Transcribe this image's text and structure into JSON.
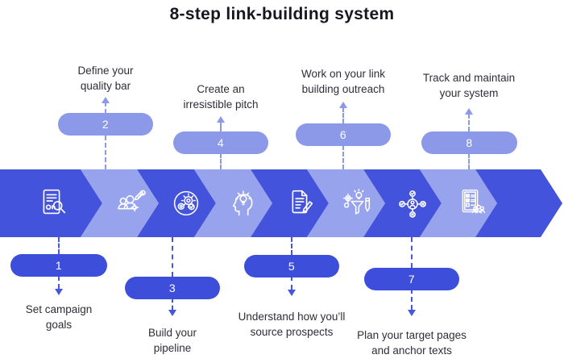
{
  "title": "8-step link-building system",
  "colors": {
    "band_dark": "#4353DC",
    "band_light": "#97A3EC",
    "pill_dark": "#3D4EDB",
    "pill_light": "#8B99E8",
    "connector_dark": "#4656DD",
    "connector_light": "#8B99E8",
    "text": "#2E2E38",
    "title": "#17171F",
    "icon": "#FFFFFF",
    "background": "#FFFFFF"
  },
  "steps": [
    {
      "number": "1",
      "position": "below",
      "lines": [
        "Set campaign",
        "goals"
      ],
      "icon": "document-audit-icon"
    },
    {
      "number": "2",
      "position": "above",
      "lines": [
        "Define your",
        "quality bar"
      ],
      "icon": "team-tools-icon"
    },
    {
      "number": "3",
      "position": "below",
      "lines": [
        "Build your",
        "pipeline"
      ],
      "icon": "gears-process-icon"
    },
    {
      "number": "4",
      "position": "above",
      "lines": [
        "Create an",
        "irresistible pitch"
      ],
      "icon": "idea-head-icon"
    },
    {
      "number": "5",
      "position": "below",
      "lines": [
        "Understand how you’ll",
        "source prospects"
      ],
      "icon": "writing-document-icon"
    },
    {
      "number": "6",
      "position": "above",
      "lines": [
        "Work on your link",
        "building outreach"
      ],
      "icon": "outreach-funnel-icon"
    },
    {
      "number": "7",
      "position": "below",
      "lines": [
        "Plan your target pages",
        "and anchor texts"
      ],
      "icon": "prospect-network-icon"
    },
    {
      "number": "8",
      "position": "above",
      "lines": [
        "Track and maintain",
        "your system"
      ],
      "icon": "checklist-team-icon"
    }
  ]
}
